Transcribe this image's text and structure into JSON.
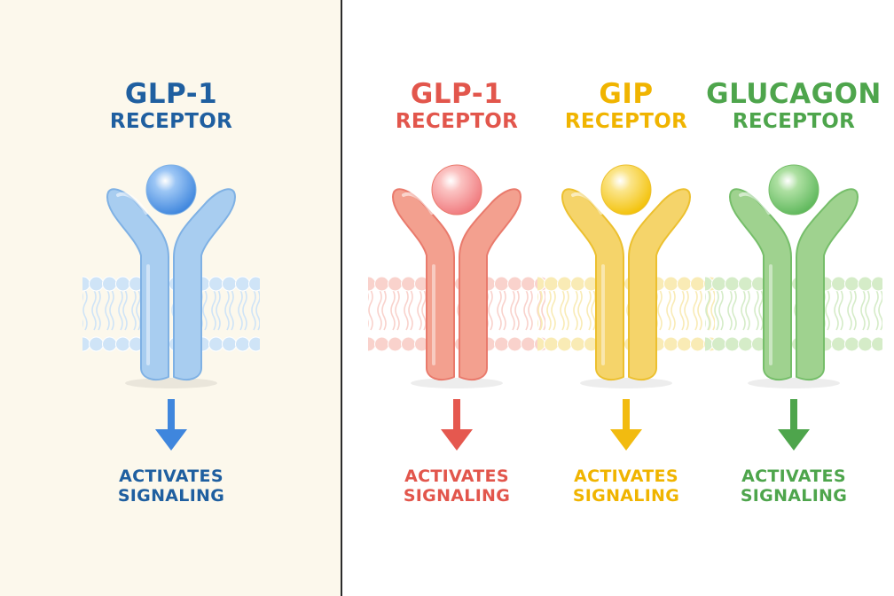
{
  "receptors": [
    {
      "title_line1": "GLP-1",
      "title_line2": "RECEPTOR",
      "caption_line1": "ACTIVATES",
      "caption_line2": "SIGNALING",
      "icon": "blue-receptor-icon",
      "colors": {
        "text": "#1f5fa0",
        "body": "#a8cdf0",
        "body_dark": "#7fb1e4",
        "ligand": "#3f86dd",
        "ligand_light": "#9cc6f5",
        "membrane": "#cfe4f7",
        "arrow": "#3f86dd"
      }
    },
    {
      "title_line1": "GLP-1",
      "title_line2": "RECEPTOR",
      "caption_line1": "ACTIVATES",
      "caption_line2": "SIGNALING",
      "icon": "red-receptor-icon",
      "colors": {
        "text": "#e2564c",
        "body": "#f3a08f",
        "body_dark": "#e97a6c",
        "ligand": "#f07a7e",
        "ligand_light": "#fbc3c2",
        "membrane": "#f9d2cc",
        "arrow": "#e5584f"
      }
    },
    {
      "title_line1": "GIP",
      "title_line2": "RECEPTOR",
      "caption_line1": "ACTIVATES",
      "caption_line2": "SIGNALING",
      "icon": "yellow-receptor-icon",
      "colors": {
        "text": "#f0b400",
        "body": "#f5d46a",
        "body_dark": "#ecc02f",
        "ligand": "#f3c20a",
        "ligand_light": "#fbe58a",
        "membrane": "#f9ebb5",
        "arrow": "#f2bb10"
      }
    },
    {
      "title_line1": "GLUCAGON",
      "title_line2": "RECEPTOR",
      "caption_line1": "ACTIVATES",
      "caption_line2": "SIGNALING",
      "icon": "green-receptor-icon",
      "colors": {
        "text": "#4ea54c",
        "body": "#9fd28f",
        "body_dark": "#76be6a",
        "ligand": "#5fb85c",
        "ligand_light": "#aee0a2",
        "membrane": "#d5ecc8",
        "arrow": "#4ea54c"
      }
    }
  ]
}
